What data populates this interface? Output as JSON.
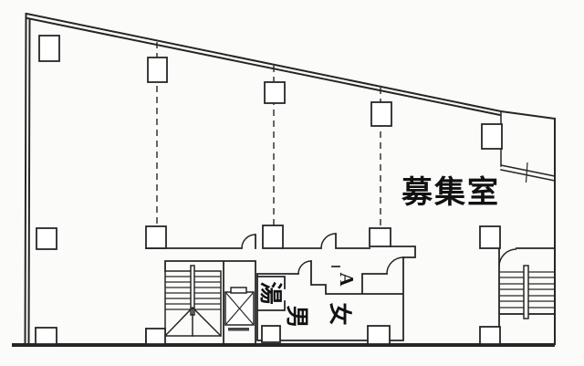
{
  "page": {
    "type": "architectural-floor-plan",
    "style": "scanned black-and-white line drawing, Japanese office building floor"
  },
  "colors": {
    "line": "#262626",
    "paper": "#fbfbfa",
    "text": "#111111"
  },
  "labels": {
    "vacant_room": "募集室",
    "hot_water_room": "湯",
    "mens_room": "男",
    "womens_room": "女",
    "room_a": "A"
  },
  "symbols": {
    "stairs_left": "staircase-icon (treads with center rail and direction triangle)",
    "stairs_right": "staircase-icon (treads with center rail)",
    "elevator": "elevator-icon (square with X and door notch)",
    "columns": "structural column squares on grid",
    "grid_lines": "dashed column grid lines (3)",
    "door_arcs": "door swing quarter-circle arcs"
  }
}
